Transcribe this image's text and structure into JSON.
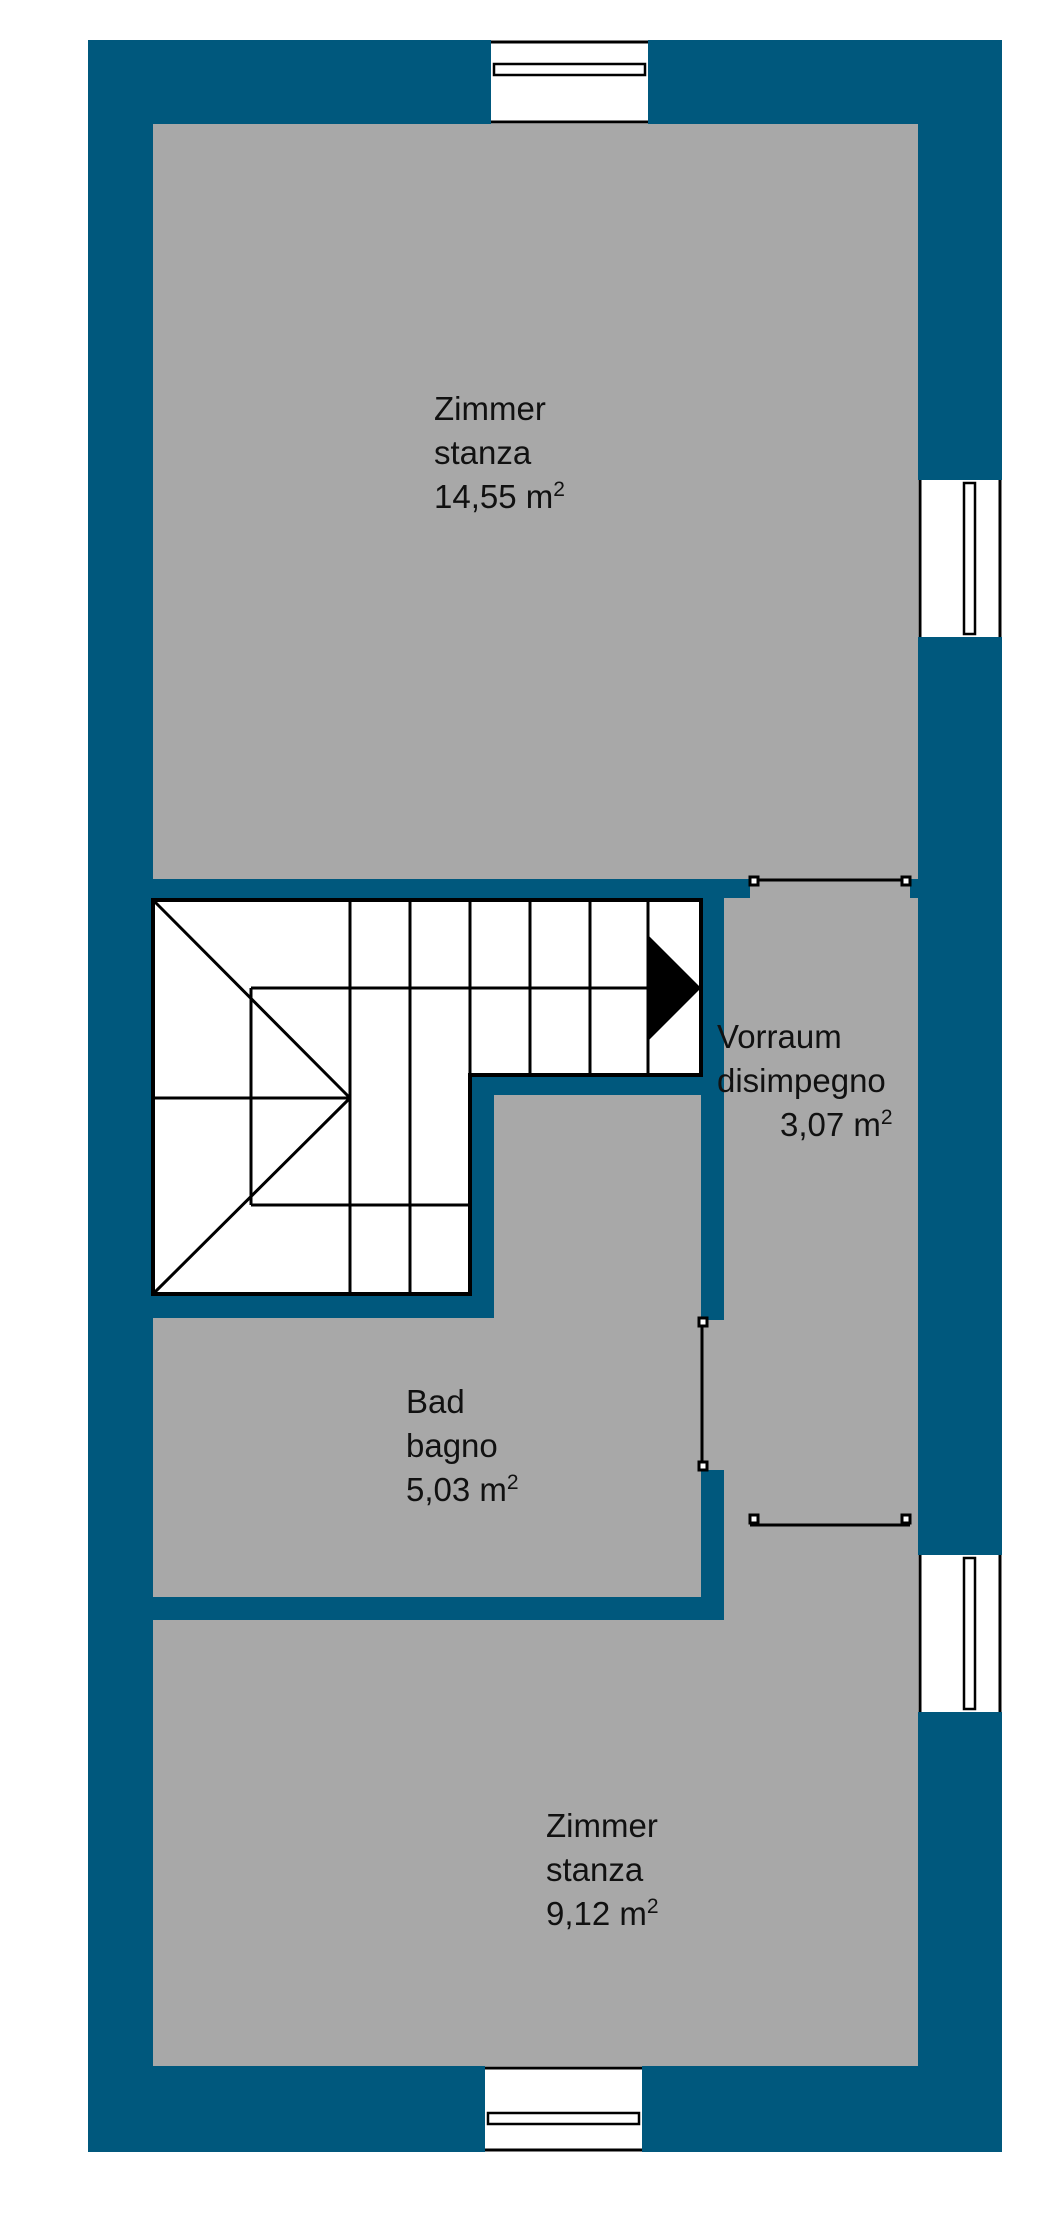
{
  "colors": {
    "wall": "#00587D",
    "room_floor": "#A8A8A8",
    "stairs": "#FFFFFF",
    "lines": "#000000",
    "background": "#FFFFFF"
  },
  "rooms": [
    {
      "id": "upper-room",
      "name_de": "Zimmer",
      "name_it": "stanza",
      "area_value": "14,55 m",
      "area_exp": "2"
    },
    {
      "id": "hallway",
      "name_de": "Vorraum",
      "name_it": "disimpegno",
      "area_value": "3,07 m",
      "area_exp": "2"
    },
    {
      "id": "bathroom",
      "name_de": "Bad",
      "name_it": "bagno",
      "area_value": "5,03 m",
      "area_exp": "2"
    },
    {
      "id": "lower-room",
      "name_de": "Zimmer",
      "name_it": "stanza",
      "area_value": "9,12 m",
      "area_exp": "2"
    }
  ],
  "elements": {
    "windows": [
      "window-top",
      "window-right-upper",
      "window-right-lower",
      "window-bottom"
    ],
    "staircase_icon": "stair-direction-arrow-icon"
  }
}
